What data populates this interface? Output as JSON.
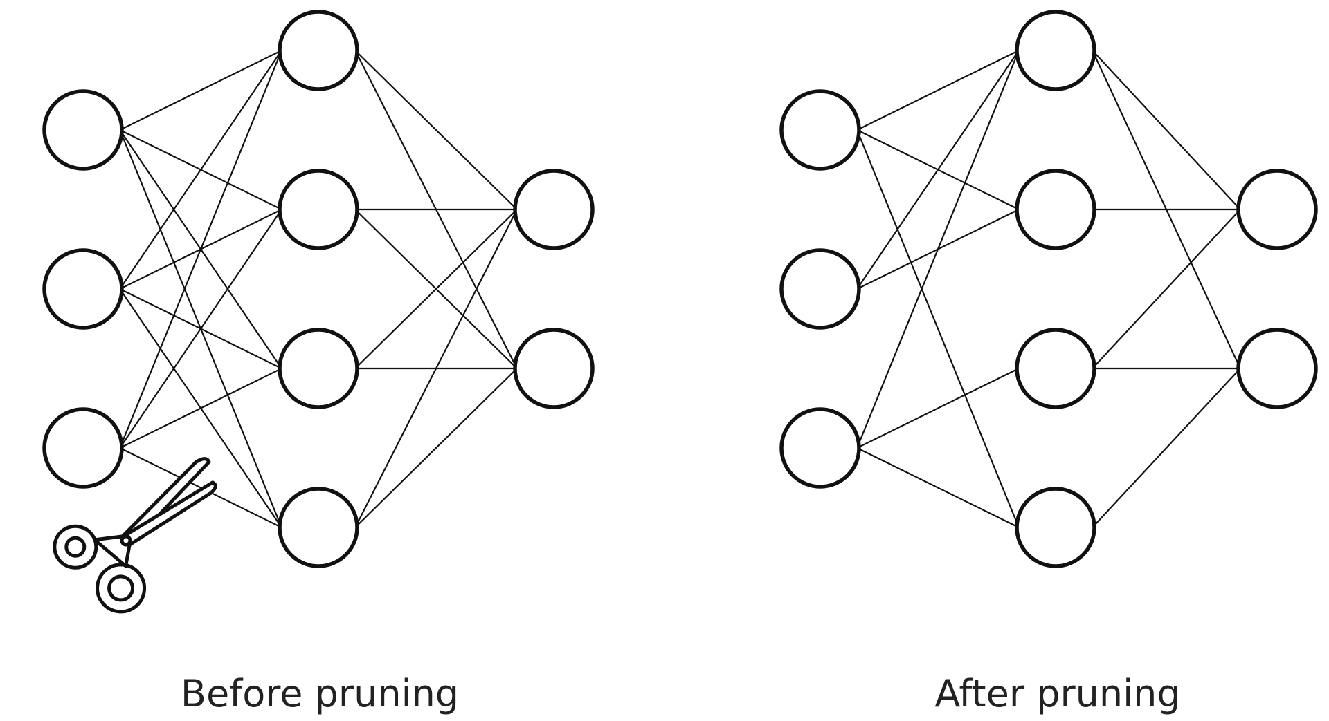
{
  "colors": {
    "ink": "#111111",
    "background": "#ffffff",
    "caption": "#222222"
  },
  "diagrams": [
    {
      "caption": "Before pruning",
      "icon": "scissors-icon",
      "layers": [
        3,
        4,
        2
      ],
      "edges": [
        [
          0,
          0,
          1,
          0
        ],
        [
          0,
          0,
          1,
          1
        ],
        [
          0,
          0,
          1,
          2
        ],
        [
          0,
          0,
          1,
          3
        ],
        [
          0,
          1,
          1,
          0
        ],
        [
          0,
          1,
          1,
          1
        ],
        [
          0,
          1,
          1,
          2
        ],
        [
          0,
          1,
          1,
          3
        ],
        [
          0,
          2,
          1,
          0
        ],
        [
          0,
          2,
          1,
          1
        ],
        [
          0,
          2,
          1,
          2
        ],
        [
          0,
          2,
          1,
          3
        ],
        [
          1,
          0,
          2,
          0
        ],
        [
          1,
          0,
          2,
          1
        ],
        [
          1,
          1,
          2,
          0
        ],
        [
          1,
          1,
          2,
          1
        ],
        [
          1,
          2,
          2,
          0
        ],
        [
          1,
          2,
          2,
          1
        ],
        [
          1,
          3,
          2,
          0
        ],
        [
          1,
          3,
          2,
          1
        ]
      ]
    },
    {
      "caption": "After pruning",
      "layers": [
        3,
        4,
        2
      ],
      "edges": [
        [
          0,
          0,
          1,
          0
        ],
        [
          0,
          0,
          1,
          1
        ],
        [
          0,
          0,
          1,
          3
        ],
        [
          0,
          1,
          1,
          0
        ],
        [
          0,
          1,
          1,
          1
        ],
        [
          0,
          2,
          1,
          0
        ],
        [
          0,
          2,
          1,
          2
        ],
        [
          0,
          2,
          1,
          3
        ],
        [
          1,
          0,
          2,
          0
        ],
        [
          1,
          0,
          2,
          1
        ],
        [
          1,
          1,
          2,
          0
        ],
        [
          1,
          2,
          2,
          0
        ],
        [
          1,
          2,
          2,
          1
        ],
        [
          1,
          3,
          2,
          1
        ]
      ]
    }
  ]
}
